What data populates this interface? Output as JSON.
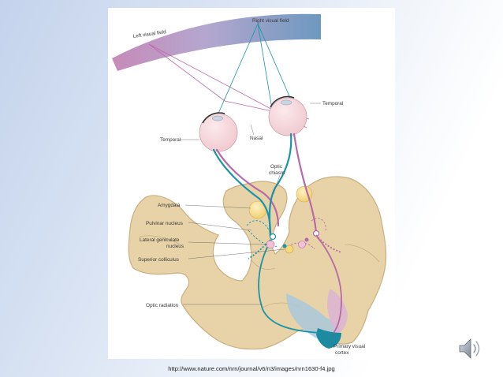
{
  "figure": {
    "labels": {
      "right_visual_field": "Right visual field",
      "left_visual_field": "Left visual field",
      "temporal_right": "Temporal",
      "temporal_left": "Temporal",
      "nasal": "Nasal",
      "optic_chiasm": [
        "Optic",
        "chiasm"
      ],
      "amygdala": "Amygdala",
      "pulvinar_nucleus": "Pulvinar nucleus",
      "lateral_geniculate_nucleus": [
        "Lateral geniculate",
        "nucleus"
      ],
      "superior_colliculus": "Superior colliculus",
      "optic_radiation": "Optic radiation",
      "primary_visual_cortex": [
        "Primary visual",
        "cortex"
      ]
    },
    "colors": {
      "right_pathway": "#1c94a8",
      "left_pathway": "#b86aa6",
      "brain_tissue": "#e8d3a8",
      "brain_outline": "#c9ae7f",
      "amygdala": "#f6d77a",
      "visual_field_band": "#7a9fc0"
    }
  },
  "source_url": "http://www.nature.com/nrn/journal/v6/n3/images/nrn1630-f4.jpg",
  "speaker_icon": "speaker-icon"
}
